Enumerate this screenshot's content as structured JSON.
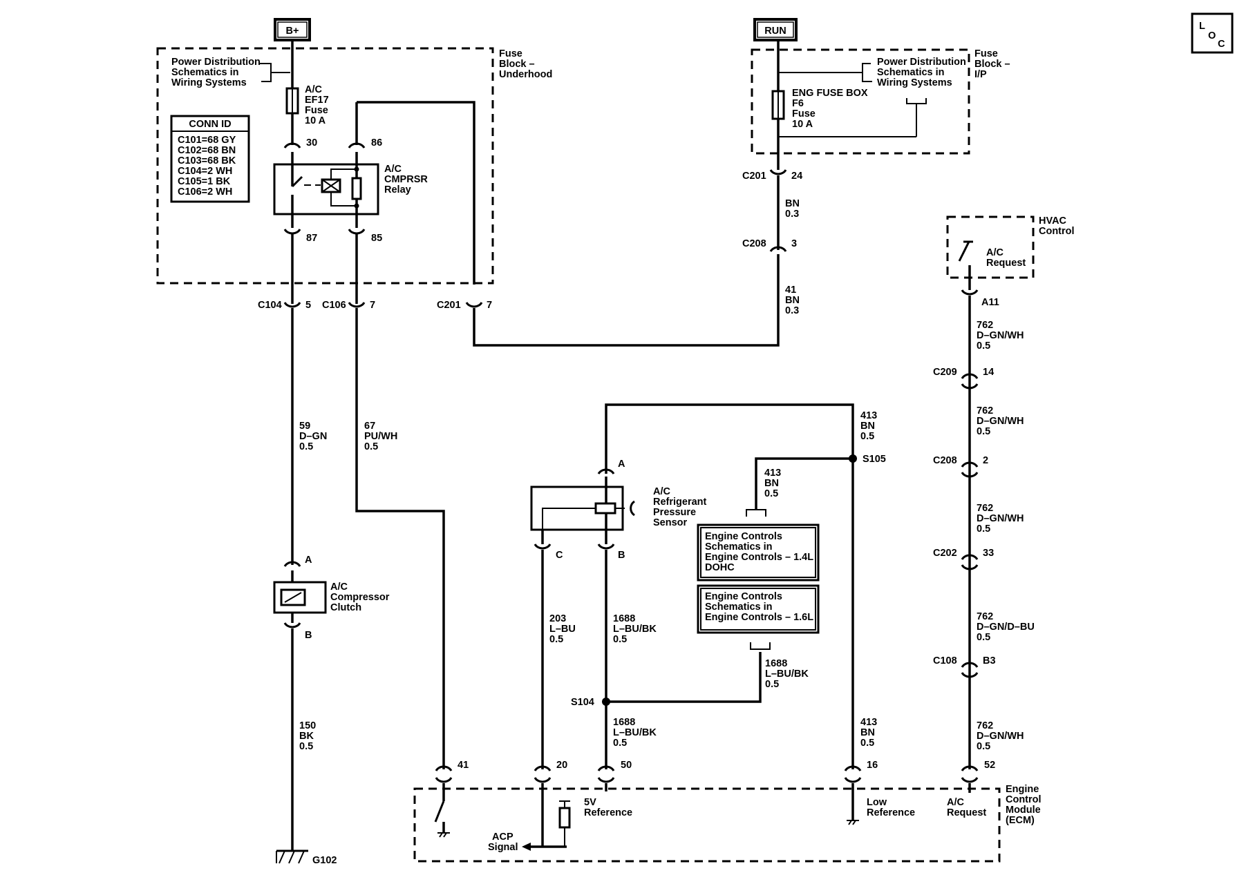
{
  "power": {
    "bplus": "B+",
    "run": "RUN"
  },
  "loc_label": [
    "L",
    "O",
    "C"
  ],
  "fuse_block_underhood": {
    "title": [
      "Fuse",
      "Block –",
      "Underhood"
    ],
    "ref": [
      "Power Distribution",
      "Schematics in",
      "Wiring Systems"
    ]
  },
  "fuse_block_ip": {
    "title": [
      "Fuse",
      "Block –",
      "I/P"
    ],
    "ref": [
      "Power Distribution",
      "Schematics in",
      "Wiring Systems"
    ]
  },
  "fuse_ef17": [
    "A/C",
    "EF17",
    "Fuse",
    "10 A"
  ],
  "fuse_f6": [
    "ENG FUSE BOX",
    "F6",
    "Fuse",
    "10 A"
  ],
  "conn_id": {
    "title": "CONN ID",
    "rows": [
      "C101=68 GY",
      "C102=68 BN",
      "C103=68 BK",
      "C104=2 WH",
      "C105=1 BK",
      "C106=2 WH"
    ]
  },
  "relay": {
    "label": [
      "A/C",
      "CMPRSR",
      "Relay"
    ],
    "pins": {
      "p30": "30",
      "p86": "86",
      "p87": "87",
      "p85": "85"
    }
  },
  "connectors": {
    "c104": {
      "name": "C104",
      "pin": "5"
    },
    "c106": {
      "name": "C106",
      "pin": "7"
    },
    "c201_left": {
      "name": "C201",
      "pin": "7"
    },
    "c201_top": {
      "name": "C201",
      "pin": "24"
    },
    "c208_top": {
      "name": "C208",
      "pin": "3"
    },
    "c209": {
      "name": "C209",
      "pin": "14"
    },
    "c208_right": {
      "name": "C208",
      "pin": "2"
    },
    "c202": {
      "name": "C202",
      "pin": "33"
    },
    "c108": {
      "name": "C108",
      "pin": "B3"
    },
    "hvac_a11": "A11"
  },
  "wires": {
    "w59": [
      "59",
      "D–GN",
      "0.5"
    ],
    "w67": [
      "67",
      "PU/WH",
      "0.5"
    ],
    "w150": [
      "150",
      "BK",
      "0.5"
    ],
    "w_bn03": [
      "BN",
      "0.3"
    ],
    "w41": [
      "41",
      "BN",
      "0.3"
    ],
    "w762_1": [
      "762",
      "D–GN/WH",
      "0.5"
    ],
    "w762_2": [
      "762",
      "D–GN/WH",
      "0.5"
    ],
    "w762_3": [
      "762",
      "D–GN/WH",
      "0.5"
    ],
    "w762_4": [
      "762",
      "D–GN/D–BU",
      "0.5"
    ],
    "w762_5": [
      "762",
      "D–GN/WH",
      "0.5"
    ],
    "w413_top": [
      "413",
      "BN",
      "0.5"
    ],
    "w413_mid": [
      "413",
      "BN",
      "0.5"
    ],
    "w413_bot": [
      "413",
      "BN",
      "0.5"
    ],
    "w203": [
      "203",
      "L–BU",
      "0.5"
    ],
    "w1688_top": [
      "1688",
      "L–BU/BK",
      "0.5"
    ],
    "w1688_mid": [
      "1688",
      "L–BU/BK",
      "0.5"
    ],
    "w1688_bot": [
      "1688",
      "L–BU/BK",
      "0.5"
    ]
  },
  "clutch": {
    "label": [
      "A/C",
      "Compressor",
      "Clutch"
    ],
    "pin_a": "A",
    "pin_b": "B"
  },
  "ground": "G102",
  "sensor": {
    "label": [
      "A/C",
      "Refrigerant",
      "Pressure",
      "Sensor"
    ],
    "pin_a": "A",
    "pin_b": "B",
    "pin_c": "C"
  },
  "splices": {
    "s105": "S105",
    "s104": "S104"
  },
  "engine_ref_1": [
    "Engine Controls",
    "Schematics in",
    "Engine Controls – 1.4L",
    "DOHC"
  ],
  "engine_ref_2": [
    "Engine Controls",
    "Schematics in",
    "Engine Controls – 1.6L"
  ],
  "hvac": {
    "title": [
      "HVAC",
      "Control"
    ],
    "request": [
      "A/C",
      "Request"
    ]
  },
  "ecm": {
    "title": [
      "Engine",
      "Control",
      "Module",
      "(ECM)"
    ],
    "pins": {
      "p41": "41",
      "p20": "20",
      "p50": "50",
      "p16": "16",
      "p52": "52"
    },
    "acp_signal": [
      "ACP",
      "Signal"
    ],
    "ref5v": [
      "5V",
      "Reference"
    ],
    "low_ref": [
      "Low",
      "Reference"
    ],
    "ac_request": [
      "A/C",
      "Request"
    ]
  }
}
